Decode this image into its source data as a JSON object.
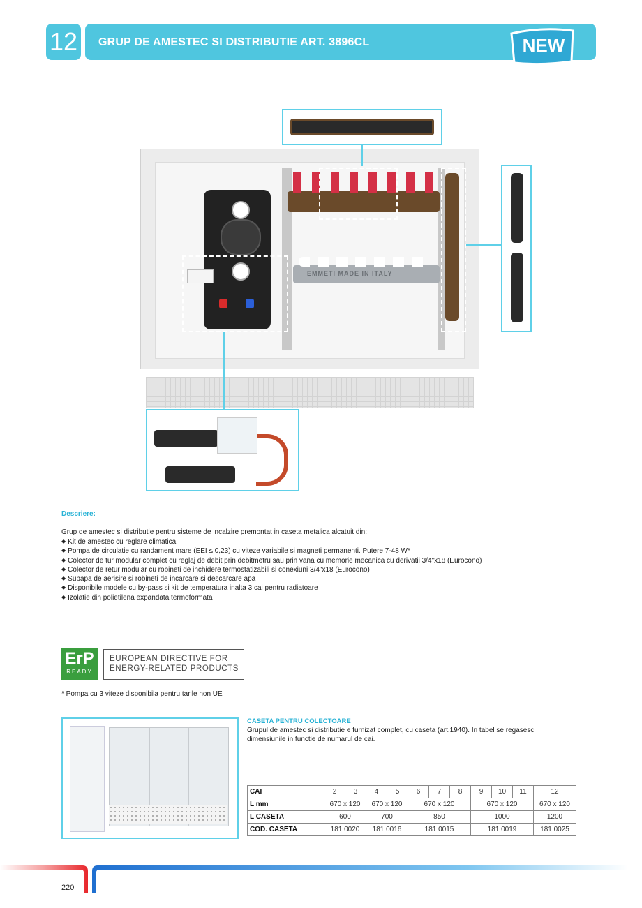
{
  "header": {
    "chapter": "12",
    "title": "GRUP DE AMESTEC SI DISTRIBUTIE ART. 3896CL",
    "badge": "NEW"
  },
  "illustration": {
    "manifold_logo": "EMMETI MADE IN ITALY"
  },
  "description": {
    "title": "Descriere:",
    "intro": "Grup de amestec si distributie pentru sisteme de incalzire premontat in caseta metalica alcatuit din:",
    "items": [
      "Kit de amestec cu reglare climatica",
      "Pompa de circulatie cu randament mare (EEI ≤ 0,23) cu viteze variabile si magneti permanenti. Putere 7-48 W*",
      "Colector de tur modular complet cu reglaj de debit prin debitmetru sau prin vana cu memorie mecanica cu derivatii 3/4\"x18 (Eurocono)",
      "Colector de retur modular cu robineti de inchidere termostatizabili si conexiuni 3/4\"x18 (Eurocono)",
      "Supapa de aerisire si robineti de incarcare si descarcare apa",
      "Disponibile modele cu by-pass si kit de temperatura inalta 3 cai pentru radiatoare",
      "Izolatie din polietilena expandata termoformata"
    ]
  },
  "erp": {
    "logo_main": "ErP",
    "logo_sub": "READY",
    "line1": "EUROPEAN DIRECTIVE FOR",
    "line2": "ENERGY-RELATED PRODUCTS",
    "note": "* Pompa cu 3 viteze disponibila pentru tarile non UE"
  },
  "caseta": {
    "title": "CASETA PENTRU COLECTOARE",
    "desc": "Grupul de amestec si distributie e furnizat complet, cu caseta (art.1940). In tabel se regasesc dimensiunile in functie de numarul de cai."
  },
  "table": {
    "labels": [
      "CAI",
      "L mm",
      "L CASETA",
      "COD. CASETA"
    ],
    "cai": [
      "2",
      "3",
      "4",
      "5",
      "6",
      "7",
      "8",
      "9",
      "10",
      "11",
      "12"
    ],
    "lmm": [
      "670 x 120",
      "670 x 120",
      "670 x 120",
      "670 x 120",
      "670 x 120"
    ],
    "lcaseta": [
      "600",
      "700",
      "850",
      "1000",
      "1200"
    ],
    "cod": [
      "181 0020",
      "181 0016",
      "181 0015",
      "181 0019",
      "181 0025"
    ]
  },
  "footer": {
    "page": "220"
  },
  "colors": {
    "accent": "#4fc6df",
    "erp_green": "#3a9e3e",
    "footer_red": "#e8262b"
  }
}
